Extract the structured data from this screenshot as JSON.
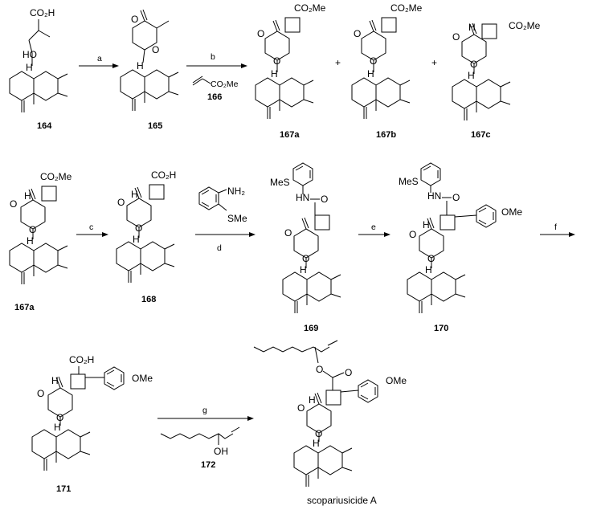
{
  "compounds": {
    "c164": "164",
    "c165": "165",
    "c167a_top": "167a",
    "c167b": "167b",
    "c167c": "167c",
    "c167a_mid": "167a",
    "c168": "168",
    "c169": "169",
    "c170": "170",
    "c171": "171",
    "c172": "172",
    "product": "scopariusicide A"
  },
  "steps": {
    "a": "a",
    "b": "b",
    "c": "c",
    "d": "d",
    "e": "e",
    "f": "f",
    "g": "g"
  },
  "reagents": {
    "acrylate": "CO₂Me",
    "aniline_nh2": "NH₂",
    "aniline_sme": "SMe",
    "alcohol_oh": "OH"
  },
  "labels": {
    "co2h": "CO₂H",
    "co2me": "CO₂Me",
    "ho": "HO",
    "h": "H",
    "o": "O",
    "ome": "OMe",
    "mes": "MeS",
    "hn": "HN",
    "plus": "+"
  }
}
